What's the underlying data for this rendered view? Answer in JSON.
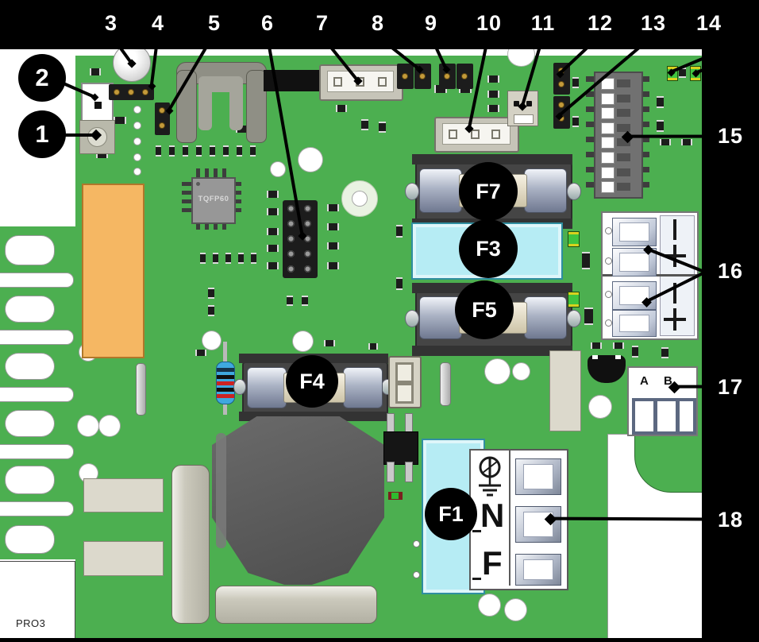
{
  "diagram": {
    "board_code": "PRO3",
    "chip_label": "TQFP60",
    "callouts_top": [
      "3",
      "4",
      "5",
      "6",
      "7",
      "8",
      "9",
      "10",
      "11",
      "12",
      "13",
      "14"
    ],
    "callouts_left": [
      "2",
      "1"
    ],
    "callouts_right": [
      "15",
      "16",
      "17",
      "18"
    ],
    "fuse_labels": [
      "F7",
      "F3",
      "F5",
      "F4",
      "F1"
    ],
    "dip_switch": {
      "positions": 8
    },
    "power_terminal": {
      "earth_icon": "earth-ground-icon",
      "neutral_label": "N",
      "phase_label": "F"
    },
    "comm_terminal_labels": [
      "A",
      "B"
    ],
    "dc_terminal_symbols": [
      "−",
      "+",
      "−",
      "+"
    ],
    "colors": {
      "pcb_green": "#4caf50",
      "fuse_cover_cyan": "#b6ecf4",
      "component_orange": "#f5b763",
      "callout_black": "#000000",
      "led_green": "#3fc43f"
    }
  }
}
